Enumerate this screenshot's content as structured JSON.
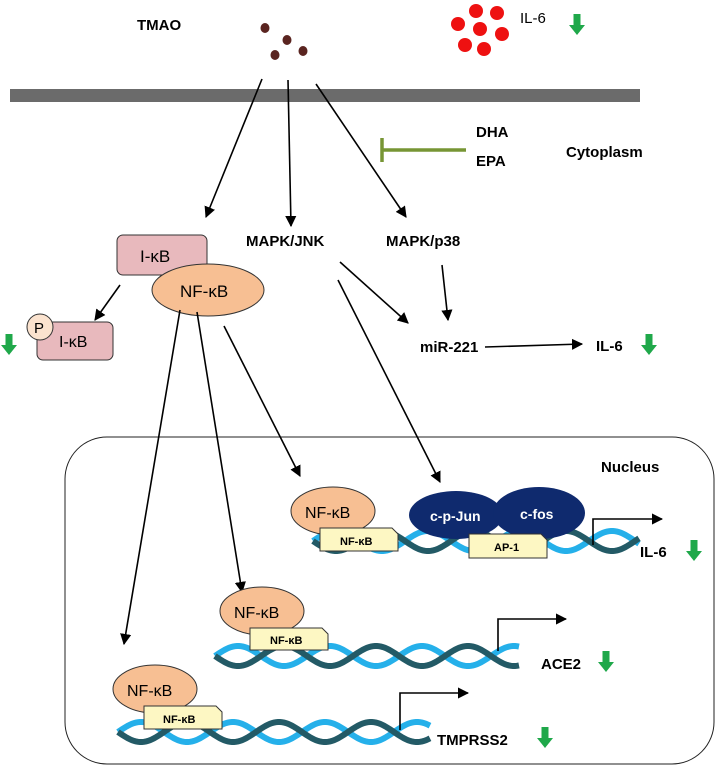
{
  "labels": {
    "tmao": "TMAO",
    "il6_top": "IL-6",
    "dha": "DHA",
    "epa": "EPA",
    "cytoplasm": "Cytoplasm",
    "ikb": "I-κB",
    "nfkb": "NF-κB",
    "p": "P",
    "ikb_p": "I-κB",
    "mapk_jnk": "MAPK/JNK",
    "mapk_p38": "MAPK/p38",
    "mir221": "miR-221",
    "il6_mir": "IL-6",
    "nucleus": "Nucleus",
    "nfkb_1": "NF-κB",
    "nfkb_box_1": "NF-κB",
    "cpjun": "c-p-Jun",
    "cfos": "c-fos",
    "ap1": "AP-1",
    "il6_gene": "IL-6",
    "nfkb_2": "NF-κB",
    "nfkb_box_2": "NF-κB",
    "ace2": "ACE2",
    "nfkb_3": "NF-κB",
    "nfkb_box_3": "NF-κB",
    "tmprss2": "TMPRSS2"
  },
  "colors": {
    "membrane": "#6b6b6b",
    "tmao_dots": "#5a2420",
    "il6_dots": "#ee1111",
    "down_arrow": "#1fa84a",
    "inhibit": "#779534",
    "ikb_fill": "#e8b9bd",
    "nfkb_fill": "#f7bf93",
    "p_fill": "#fbe3cf",
    "box_fill": "#fdf7c3",
    "ellipse_dark": "#0f2a6e",
    "dna_dark": "#235a66",
    "dna_light": "#25b0ea"
  }
}
